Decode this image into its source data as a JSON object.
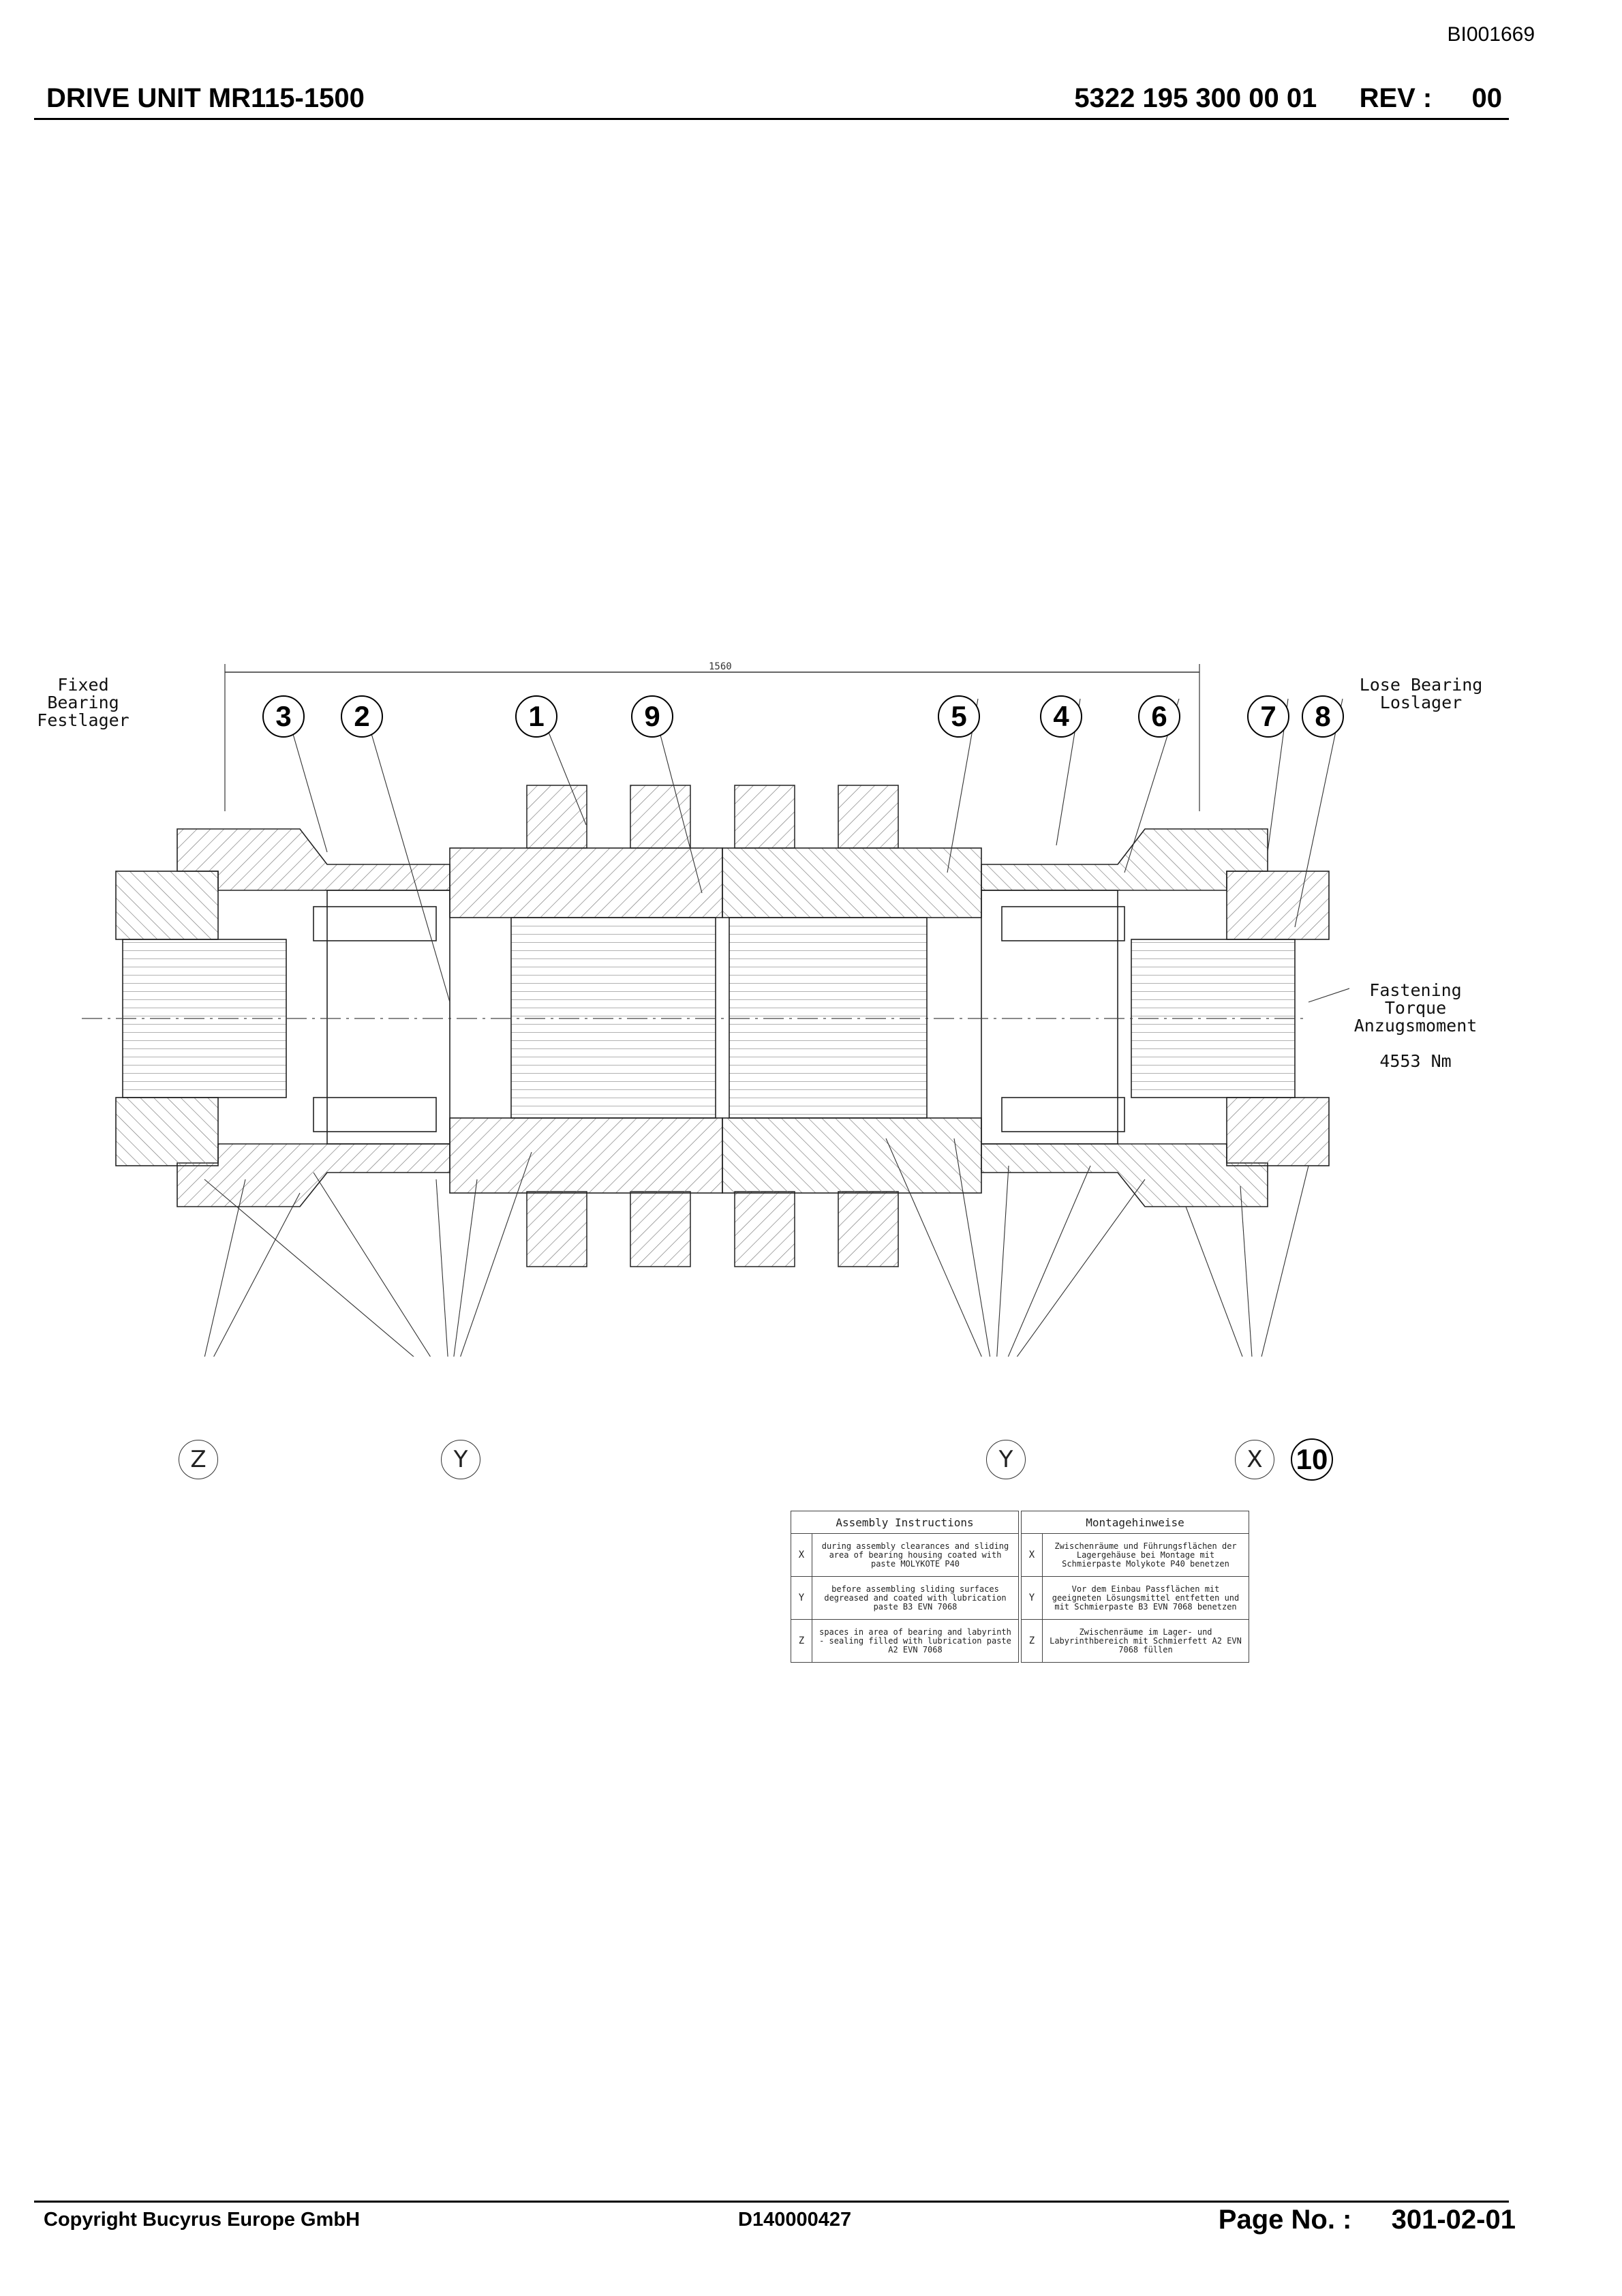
{
  "document_id": "BI001669",
  "header": {
    "title": "DRIVE UNIT MR115-1500",
    "part_number": "5322 195 300 00 01",
    "rev_label": "REV :",
    "rev_value": "00"
  },
  "drawing": {
    "dimension": "1560",
    "fixed_bearing": [
      "Fixed Bearing",
      "Festlager"
    ],
    "lose_bearing": [
      "Lose Bearing",
      "Loslager"
    ],
    "fastening": [
      "Fastening Torque",
      "Anzugsmoment",
      "4553 Nm"
    ],
    "callouts": [
      "3",
      "2",
      "1",
      "9",
      "5",
      "4",
      "6",
      "7",
      "8",
      "10"
    ],
    "letters": [
      "Z",
      "Y",
      "Y",
      "X"
    ]
  },
  "assembly_table": {
    "en_title": "Assembly Instructions",
    "de_title": "Montagehinweise",
    "rows": [
      {
        "key": "X",
        "en": "during assembly clearances and sliding area of bearing housing coated with paste MOLYKOTE P40",
        "de": "Zwischenräume und Führungsflächen der Lagergehäuse bei Montage mit Schmierpaste Molykote P40 benetzen"
      },
      {
        "key": "Y",
        "en": "before assembling sliding surfaces degreased and coated with lubrication paste B3 EVN 7068",
        "de": "Vor dem Einbau Passflächen mit geeigneten Lösungsmittel entfetten und mit Schmierpaste B3 EVN 7068 benetzen"
      },
      {
        "key": "Z",
        "en": "spaces in area of bearing and labyrinth - sealing filled with lubrication paste A2 EVN 7068",
        "de": "Zwischenräume im Lager- und Labyrinthbereich mit Schmierfett A2 EVN 7068 füllen"
      }
    ]
  },
  "footer": {
    "copyright": "Copyright Bucyrus Europe GmbH",
    "drawing_no": "D140000427",
    "page_label": "Page No. :",
    "page_value": "301-02-01"
  }
}
